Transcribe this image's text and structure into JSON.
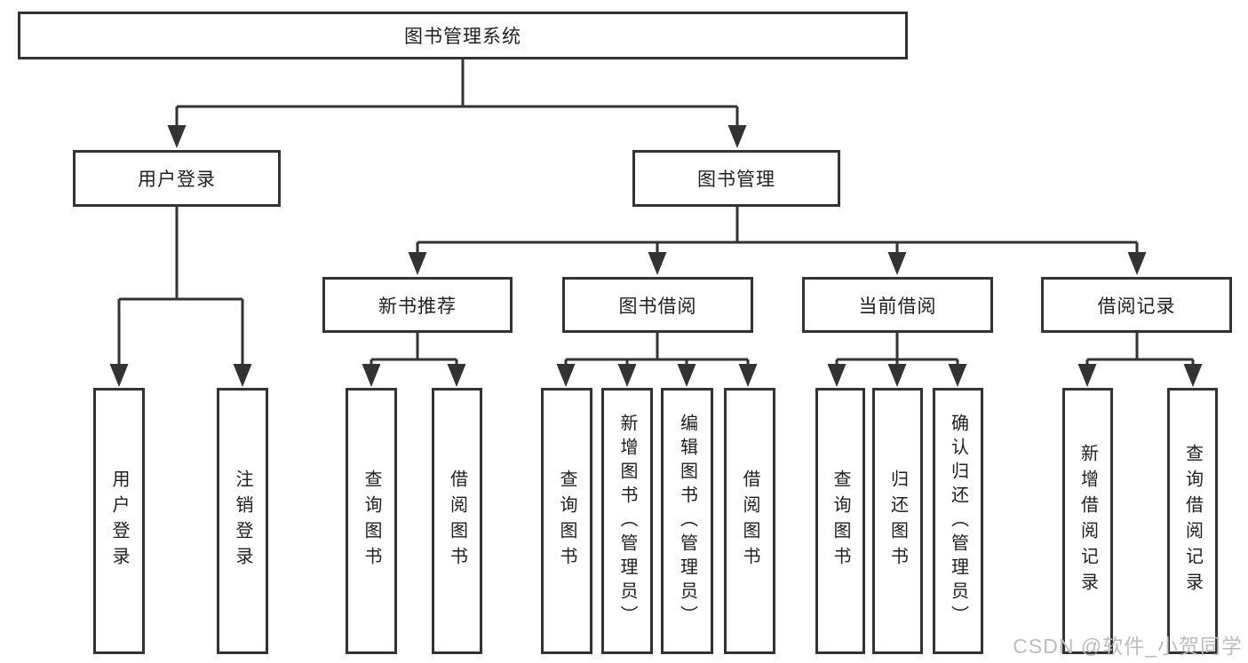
{
  "colors": {
    "background": "#ffffff",
    "line": "#333333",
    "box_border": "#333333",
    "box_text": "#1f1f1f",
    "watermark": "#bdbdbd"
  },
  "watermark": {
    "text": "CSDN @软件_小贺同学"
  },
  "diagram": {
    "root": {
      "label": "图书管理系统"
    },
    "level2": {
      "user_login": {
        "label": "用户登录"
      },
      "book_mgmt": {
        "label": "图书管理"
      }
    },
    "level3": {
      "new_book_rec": {
        "label": "新书推荐"
      },
      "book_borrow": {
        "label": "图书借阅"
      },
      "current_borrow": {
        "label": "当前借阅"
      },
      "borrow_records": {
        "label": "借阅记录"
      }
    },
    "leaves": {
      "user_login_action": {
        "label": "用户登录"
      },
      "logout_action": {
        "label": "注销登录"
      },
      "nbr_query_book": {
        "label": "查询图书"
      },
      "nbr_borrow_book": {
        "label": "借阅图书"
      },
      "bb_query_book": {
        "label": "查询图书"
      },
      "bb_add_book": {
        "label": "新增图书（管理员）"
      },
      "bb_edit_book": {
        "label": "编辑图书（管理员）"
      },
      "bb_borrow_book": {
        "label": "借阅图书"
      },
      "cb_query_book": {
        "label": "查询图书"
      },
      "cb_return_book": {
        "label": "归还图书"
      },
      "cb_confirm_return": {
        "label": "确认归还（管理员）"
      },
      "br_add_record": {
        "label": "新增借阅记录"
      },
      "br_query_record": {
        "label": "查询借阅记录"
      }
    },
    "hierarchy": {
      "图书管理系统": {
        "用户登录": [
          "用户登录",
          "注销登录"
        ],
        "图书管理": {
          "新书推荐": [
            "查询图书",
            "借阅图书"
          ],
          "图书借阅": [
            "查询图书",
            "新增图书（管理员）",
            "编辑图书（管理员）",
            "借阅图书"
          ],
          "当前借阅": [
            "查询图书",
            "归还图书",
            "确认归还（管理员）"
          ],
          "借阅记录": [
            "新增借阅记录",
            "查询借阅记录"
          ]
        }
      }
    }
  }
}
